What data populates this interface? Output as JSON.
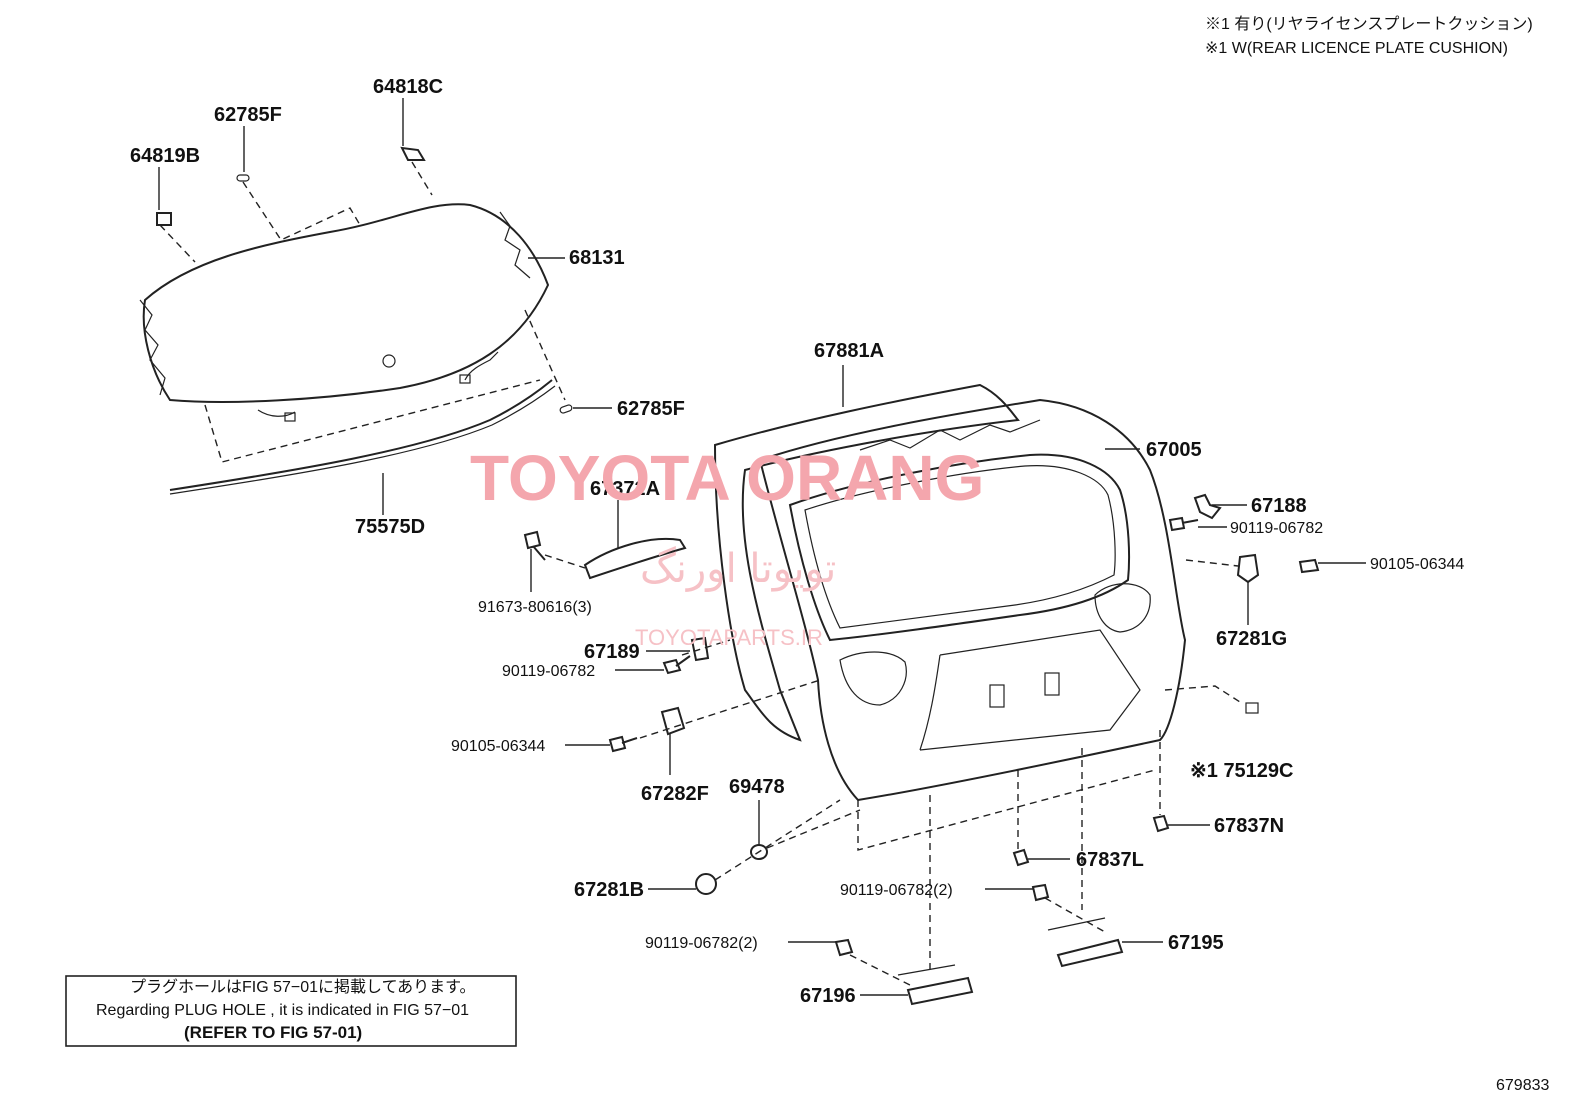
{
  "header_notes": [
    "※1 有り(リヤライセンスプレートクッション)",
    "※1 W(REAR LICENCE PLATE CUSHION)"
  ],
  "watermark": {
    "brand": "TOYOTA ORANG",
    "persian": "تویوتا اورنگ",
    "site": "TOYOTAPARTS.IR"
  },
  "part_labels": {
    "p64818C": "64818C",
    "p62785F_top": "62785F",
    "p64819B": "64819B",
    "p68131": "68131",
    "p62785F_right": "62785F",
    "p75575D": "75575D",
    "p67881A": "67881A",
    "p67005": "67005",
    "p67372A": "67372A",
    "p91673": "91673-80616(3)",
    "p67188": "67188",
    "p90119_a": "90119-06782",
    "p90105_a": "90105-06344",
    "p67281G": "67281G",
    "p67189": "67189",
    "p90119_b": "90119-06782",
    "p90105_b": "90105-06344",
    "p67282F": "67282F",
    "p69478": "69478",
    "p75129C": "※1 75129C",
    "p67837N": "67837N",
    "p67837L": "67837L",
    "p67281B": "67281B",
    "p90119_c": "90119-06782(2)",
    "p67195": "67195",
    "p90119_d": "90119-06782(2)",
    "p67196": "67196"
  },
  "note_box": {
    "line1": "プラグホールはFIG 57−01に掲載してあります。",
    "line2": "Regarding PLUG HOLE , it is indicated in FIG 57−01",
    "line3": "(REFER TO FIG 57-01)"
  },
  "figure_number": "679833"
}
